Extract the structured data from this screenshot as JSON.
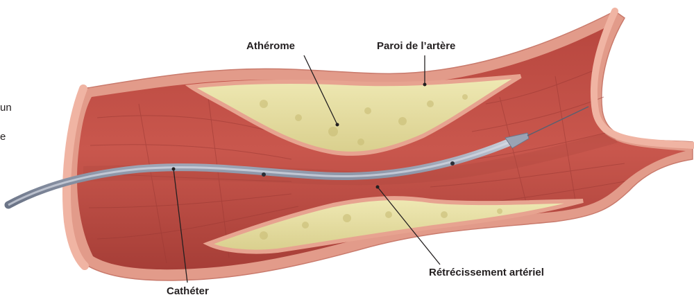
{
  "labels": {
    "atheroma": "Athérome",
    "artery_wall": "Paroi de l’artère",
    "narrowing": "Rétrécissement artériel",
    "catheter": "Cathéter"
  },
  "side_text": {
    "line1": "un",
    "line2": "e"
  },
  "colors": {
    "muscle": "#c0504a",
    "muscle_dark": "#9e3a36",
    "wall_outer": "#e8a08f",
    "wall_pink": "#f1b7a7",
    "plaque": "#e9e2a7",
    "plaque_shadow": "#cfc27c",
    "catheter": "#8e97a8",
    "catheter_light": "#c4cad6",
    "leader": "#231f20"
  }
}
